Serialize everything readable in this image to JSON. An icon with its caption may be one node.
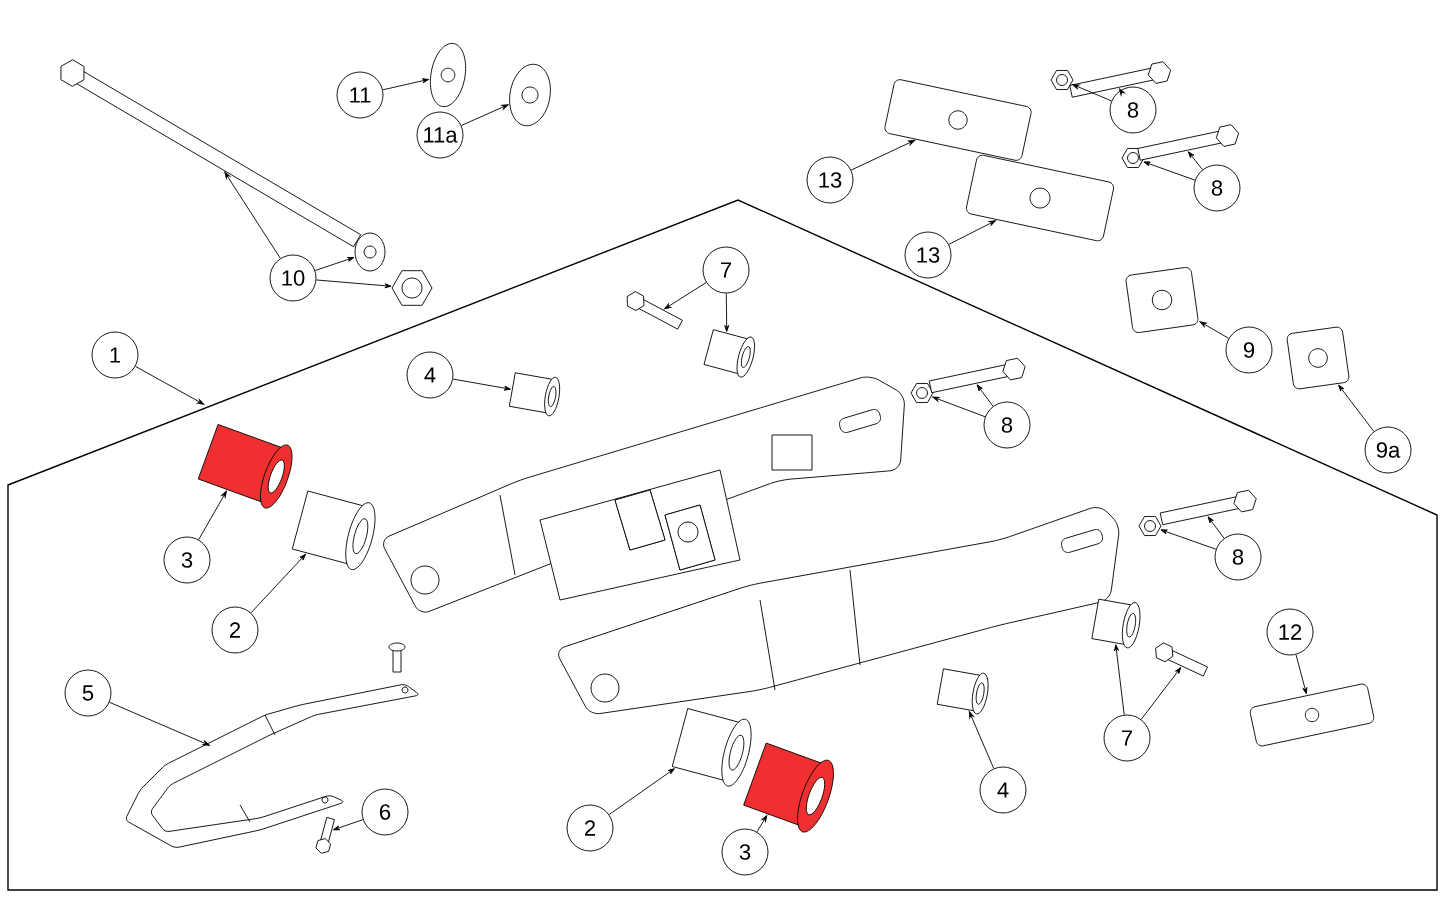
{
  "diagram": {
    "nodes": [
      {
        "text": [
          "11"
        ]
      },
      {
        "text": [
          "11a"
        ]
      },
      {
        "text": [
          "10"
        ]
      },
      {
        "text": [
          "13"
        ]
      },
      {
        "text": [
          "13"
        ]
      },
      {
        "text": [
          "8"
        ]
      },
      {
        "text": [
          "8"
        ]
      },
      {
        "text": [
          "7"
        ]
      },
      {
        "text": [
          "1"
        ]
      },
      {
        "text": [
          "4"
        ]
      },
      {
        "text": [
          "8"
        ]
      },
      {
        "text": [
          "9"
        ]
      },
      {
        "text": [
          "9a"
        ]
      },
      {
        "text": [
          "3"
        ]
      },
      {
        "text": [
          "2"
        ]
      },
      {
        "text": [
          "8"
        ]
      },
      {
        "text": [
          "12"
        ]
      },
      {
        "text": [
          "5"
        ]
      },
      {
        "text": [
          "7"
        ]
      },
      {
        "text": [
          "4"
        ]
      },
      {
        "text": [
          "6"
        ]
      },
      {
        "text": [
          "2"
        ]
      },
      {
        "text": [
          "3"
        ]
      },
      {
        "text": [],
        "shape": "picture"
      },
      {
        "text": [],
        "shape": "picture"
      },
      {
        "text": [],
        "shape": "picture"
      },
      {
        "text": [],
        "shape": "picture"
      },
      {
        "text": [],
        "shape": "picture"
      },
      {
        "text": [],
        "shape": "picture"
      },
      {
        "text": [],
        "shape": "picture"
      },
      {
        "text": [],
        "shape": "picture"
      },
      {
        "text": [],
        "shape": "picture"
      },
      {
        "text": [],
        "shape": "picture"
      },
      {
        "text": [],
        "shape": "picture"
      },
      {
        "text": [],
        "shape": "picture"
      },
      {
        "text": [],
        "shape": "picture"
      },
      {
        "text": [],
        "shape": "picture"
      },
      {
        "text": [],
        "shape": "picture"
      },
      {
        "text": [],
        "shape": "picture"
      },
      {
        "text": [],
        "shape": "picture"
      },
      {
        "text": [],
        "shape": "picture"
      },
      {
        "text": [],
        "shape": "picture"
      },
      {
        "text": [],
        "shape": "picture"
      },
      {
        "text": [],
        "shape": "picture"
      },
      {
        "text": [],
        "shape": "picture"
      },
      {
        "text": [],
        "shape": "picture"
      },
      {
        "text": [],
        "shape": "picture"
      },
      {
        "text": [],
        "shape": "picture"
      },
      {
        "text": [],
        "shape": "picture"
      },
      {
        "text": [],
        "shape": "picture"
      },
      {
        "text": [],
        "shape": "picture"
      },
      {
        "text": [],
        "shape": "picture"
      },
      {
        "text": [],
        "shape": "picture"
      }
    ],
    "edges": [
      {
        "from": 0,
        "to": 23,
        "arrow": "to"
      },
      {
        "from": 1,
        "to": 24,
        "arrow": "to"
      },
      {
        "from": 2,
        "to": 25,
        "arrow": "to"
      },
      {
        "from": 2,
        "to": 26,
        "arrow": "to"
      },
      {
        "from": 2,
        "to": 27,
        "arrow": "to"
      },
      {
        "from": 3,
        "to": 28,
        "arrow": "to"
      },
      {
        "from": 4,
        "to": 29,
        "arrow": "to"
      },
      {
        "from": 5,
        "to": 30,
        "arrow": "to"
      },
      {
        "from": 5,
        "to": 31,
        "arrow": "to"
      },
      {
        "from": 6,
        "to": 32,
        "arrow": "to"
      },
      {
        "from": 6,
        "to": 33,
        "arrow": "to"
      },
      {
        "from": 7,
        "to": 34,
        "arrow": "to"
      },
      {
        "from": 7,
        "to": 35,
        "arrow": "to"
      },
      {
        "from": 8,
        "to": null,
        "arrow": "to"
      },
      {
        "from": 9,
        "to": 36,
        "arrow": "to"
      },
      {
        "from": 10,
        "to": 37,
        "arrow": "to"
      },
      {
        "from": 10,
        "to": 38,
        "arrow": "to"
      },
      {
        "from": 11,
        "to": 39,
        "arrow": "to"
      },
      {
        "from": 12,
        "to": 40,
        "arrow": "to"
      },
      {
        "from": 13,
        "to": 41,
        "arrow": "to"
      },
      {
        "from": 14,
        "to": 42,
        "arrow": "to"
      },
      {
        "from": 15,
        "to": 43,
        "arrow": "to"
      },
      {
        "from": 15,
        "to": 44,
        "arrow": "to"
      },
      {
        "from": 16,
        "to": 47,
        "arrow": "to"
      },
      {
        "from": 17,
        "to": 48,
        "arrow": "to"
      },
      {
        "from": 18,
        "to": 45,
        "arrow": "to"
      },
      {
        "from": 18,
        "to": 46,
        "arrow": "to"
      },
      {
        "from": 19,
        "to": 50,
        "arrow": "to"
      },
      {
        "from": 20,
        "to": 49,
        "arrow": "to"
      },
      {
        "from": 21,
        "to": 51,
        "arrow": "to"
      },
      {
        "from": 22,
        "to": 52,
        "arrow": "to"
      }
    ]
  }
}
